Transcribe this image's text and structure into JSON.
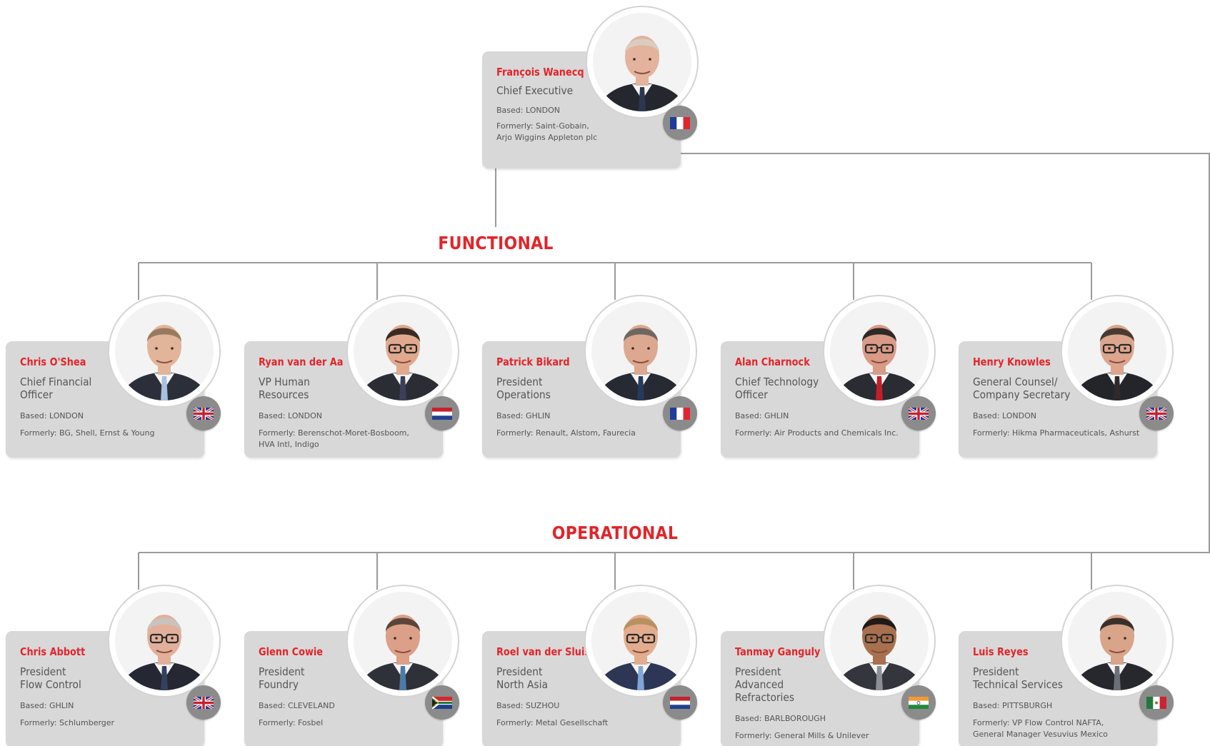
{
  "sections": {
    "functional": "FUNCTIONAL",
    "operational": "OPERATIONAL"
  },
  "ceo": {
    "name": "François Wanecq",
    "title": "Chief Executive",
    "based": "Based: LONDON",
    "formerly": "Formerly: Saint-Gobain,\nArjo Wiggins Appleton plc",
    "flag": "france-flag-icon"
  },
  "functional": [
    {
      "name": "Chris O'Shea",
      "title": "Chief Financial\nOfficer",
      "based": "Based: LONDON",
      "formerly": "Formerly: BG, Shell, Ernst & Young",
      "flag": "uk-flag-icon",
      "skin": "#e2b49a",
      "hair": "#9a7a5e",
      "suit": "#2b2f3a",
      "tie": "#a9c1de",
      "glasses": false
    },
    {
      "name": "Ryan van der Aa",
      "title": "VP Human\nResources",
      "based": "Based: LONDON",
      "formerly": "Formerly: Berenschot-Moret-Bosboom,\nHVA Intl, Indigo",
      "flag": "netherlands-flag-icon",
      "skin": "#e0a98e",
      "hair": "#3a2b22",
      "suit": "#2a2d33",
      "tie": "#3b3f5a",
      "glasses": true
    },
    {
      "name": "Patrick Bikard",
      "title": "President\nOperations",
      "based": "Based: GHLIN",
      "formerly": "Formerly: Renault, Alstom, Faurecia",
      "flag": "france-flag-icon",
      "skin": "#dca88f",
      "hair": "#6e6760",
      "suit": "#262a33",
      "tie": "#263a5c",
      "glasses": false
    },
    {
      "name": "Alan Charnock",
      "title": "Chief Technology\nOfficer",
      "based": "Based: GHLIN",
      "formerly": "Formerly: Air Products and Chemicals Inc.",
      "flag": "uk-flag-icon",
      "skin": "#d99a86",
      "hair": "#2d2a28",
      "suit": "#2a2c33",
      "tie": "#c21f2b",
      "glasses": true
    },
    {
      "name": "Henry Knowles",
      "title": "General Counsel/\nCompany Secretary",
      "based": "Based: LONDON",
      "formerly": "Formerly: Hikma Pharmaceuticals, Ashurst",
      "flag": "uk-flag-icon",
      "skin": "#dba58e",
      "hair": "#4a3b30",
      "suit": "#23252b",
      "tie": "#2e2a2a",
      "glasses": true
    }
  ],
  "operational": [
    {
      "name": "Chris Abbott",
      "title": "President\nFlow Control",
      "based": "Based: GHLIN",
      "formerly": "Formerly: Schlumberger",
      "flag": "uk-flag-icon",
      "skin": "#e2b09a",
      "hair": "#c8c3bd",
      "suit": "#252832",
      "tie": "#33415e",
      "glasses": true
    },
    {
      "name": "Glenn Cowie",
      "title": "President\nFoundry",
      "based": "Based: CLEVELAND",
      "formerly": "Formerly: Fosbel",
      "flag": "south-africa-flag-icon",
      "skin": "#dc9f88",
      "hair": "#5a4538",
      "suit": "#2f3138",
      "tie": "#4e7aa8",
      "glasses": false
    },
    {
      "name": "Roel van der Sluis",
      "title": "President\nNorth Asia",
      "based": "Based: SUZHOU",
      "formerly": "Formerly: Metal Gesellschaft",
      "flag": "netherlands-flag-icon",
      "skin": "#e3ac8e",
      "hair": "#b89160",
      "suit": "#2d3654",
      "tie": "#7fa6d6",
      "glasses": true
    },
    {
      "name": "Tanmay Ganguly",
      "title": "President\nAdvanced Refractories",
      "based": "Based: BARLBOROUGH",
      "formerly": "Formerly: General Mills & Unilever",
      "flag": "india-flag-icon",
      "skin": "#a8704f",
      "hair": "#1f1a18",
      "suit": "#33363c",
      "tie": "#8c8f96",
      "glasses": true
    },
    {
      "name": "Luis Reyes",
      "title": "President\nTechnical Services",
      "based": "Based: PITTSBURGH",
      "formerly": "Formerly: VP Flow Control NAFTA,\nGeneral Manager Vesuvius Mexico",
      "flag": "mexico-flag-icon",
      "skin": "#d8a48a",
      "hair": "#3a302a",
      "suit": "#26282e",
      "tie": "#6a6f78",
      "glasses": false
    }
  ],
  "colors": {
    "accent_red": "#e2252a",
    "card_grey": "#d9d8d8",
    "badge_grey": "#8b8b8b",
    "line_grey": "#9a9a9a"
  }
}
